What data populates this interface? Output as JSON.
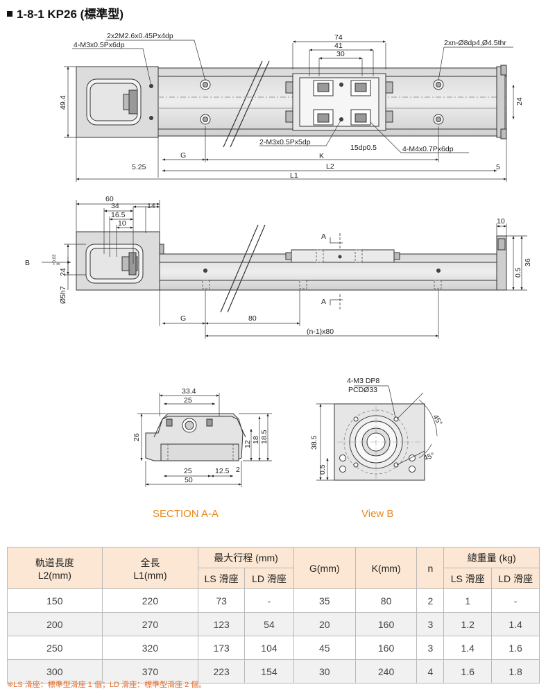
{
  "title": "1-8-1 KP26 (標準型)",
  "dims": {
    "d_tap_top": "2x2M2.6x0.45Px4dp",
    "d_tap_left": "4-M3x0.5Px6dp",
    "d_74": "74",
    "d_41": "41",
    "d_30": "30",
    "d_holes": "2xn-Ø8dp4,Ø4.5thr",
    "d_49_4": "49.4",
    "d_24": "24",
    "d_m3_5dp": "2-M3x0.5Px5dp",
    "d_15dp": "15dp0.5",
    "d_m4": "4-M4x0.7Px6dp",
    "d_G": "G",
    "d_K": "K",
    "d_5_25": "5.25",
    "d_L2": "L2",
    "d_5": "5",
    "d_L1": "L1",
    "d_60": "60",
    "d_34": "34",
    "d_14": "14",
    "d_16_5": "16.5",
    "d_10": "10",
    "d_A": "A",
    "d_10r": "10",
    "d_B": "B",
    "d_24tol": "24",
    "d_tol_up": "+0.03",
    "d_tol_dn": "0",
    "d_5h7": "Ø5h7",
    "d_36": "36",
    "d_0_5": "0.5",
    "d_G2": "G",
    "d_80": "80",
    "d_n1x80": "(n-1)x80",
    "d_33_4": "33.4",
    "d_25": "25",
    "d_26": "26",
    "d_12": "12",
    "d_18": "18",
    "d_18_5": "18.5",
    "d_25b": "25",
    "d_12_5": "12.5",
    "d_2": "2",
    "d_50": "50",
    "d_m3dp8": "4-M3 DP8",
    "d_pcd": "PCDØ33",
    "d_45a": "45°",
    "d_45b": "45°",
    "d_38_5": "38.5",
    "d_0_5b": "0.5"
  },
  "captions": {
    "section": "SECTION A-A",
    "view": "View B"
  },
  "table": {
    "h_rail": "軌道長度",
    "h_rail2": "L2(mm)",
    "h_total": "全長",
    "h_total2": "L1(mm)",
    "h_stroke": "最大行程 (mm)",
    "h_ls": "LS 滑座",
    "h_ld": "LD 滑座",
    "h_g": "G(mm)",
    "h_k": "K(mm)",
    "h_n": "n",
    "h_weight": "總重量 (kg)",
    "h_ls2": "LS 滑座",
    "h_ld2": "LD 滑座",
    "rows": [
      [
        "150",
        "220",
        "73",
        "-",
        "35",
        "80",
        "2",
        "1",
        "-"
      ],
      [
        "200",
        "270",
        "123",
        "54",
        "20",
        "160",
        "3",
        "1.2",
        "1.4"
      ],
      [
        "250",
        "320",
        "173",
        "104",
        "45",
        "160",
        "3",
        "1.4",
        "1.6"
      ],
      [
        "300",
        "370",
        "223",
        "154",
        "30",
        "240",
        "4",
        "1.6",
        "1.8"
      ]
    ]
  },
  "note": "※LS 滑座：標準型滑座 1 個；LD 滑座：標準型滑座 2 個。",
  "colors": {
    "caption": "#e8891c",
    "header_bg": "#fbe7d3",
    "note": "#e26a2c"
  }
}
